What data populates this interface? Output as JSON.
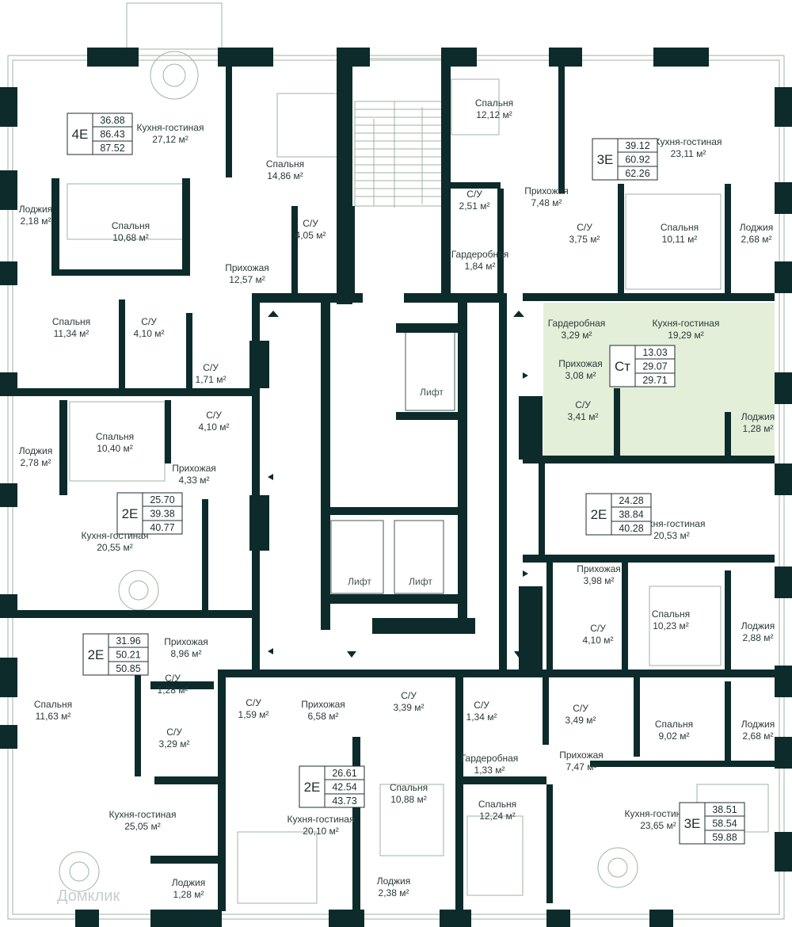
{
  "watermark": "Домклик",
  "apartments": [
    {
      "type": "4E",
      "values": [
        "36.88",
        "86.43",
        "87.52"
      ]
    },
    {
      "type": "3E",
      "values": [
        "39.12",
        "60.92",
        "62.26"
      ]
    },
    {
      "type": "Ст",
      "values": [
        "13.03",
        "29.07",
        "29.71"
      ]
    },
    {
      "type": "2E",
      "values": [
        "25.70",
        "39.38",
        "40.77"
      ]
    },
    {
      "type": "2E",
      "values": [
        "24.28",
        "38.84",
        "40.28"
      ]
    },
    {
      "type": "2E",
      "values": [
        "31.96",
        "50.21",
        "50.85"
      ]
    },
    {
      "type": "2E",
      "values": [
        "26.61",
        "42.54",
        "43.73"
      ]
    },
    {
      "type": "3E",
      "values": [
        "38.51",
        "58.54",
        "59.88"
      ]
    }
  ],
  "rooms": [
    {
      "name": "Кухня-гостиная",
      "area": "27,12 м²"
    },
    {
      "name": "Спальня",
      "area": "14,86 м²"
    },
    {
      "name": "Лоджия",
      "area": "2,18 м²"
    },
    {
      "name": "Спальня",
      "area": "10,68 м²"
    },
    {
      "name": "С/У",
      "area": "4,05 м²"
    },
    {
      "name": "Прихожая",
      "area": "12,57 м²"
    },
    {
      "name": "Спальня",
      "area": "11,34 м²"
    },
    {
      "name": "С/У",
      "area": "4,10 м²"
    },
    {
      "name": "С/У",
      "area": "1,71 м²"
    },
    {
      "name": "Спальня",
      "area": "12,12 м²"
    },
    {
      "name": "Кухня-гостиная",
      "area": "23,11 м²"
    },
    {
      "name": "С/У",
      "area": "2,51 м²"
    },
    {
      "name": "Прихожая",
      "area": "7,48 м²"
    },
    {
      "name": "С/У",
      "area": "3,75 м²"
    },
    {
      "name": "Спальня",
      "area": "10,11 м²"
    },
    {
      "name": "Лоджия",
      "area": "2,68 м²"
    },
    {
      "name": "Гардеробная",
      "area": "1,84 м²"
    },
    {
      "name": "Гардеробная",
      "area": "3,29 м²"
    },
    {
      "name": "Кухня-гостиная",
      "area": "19,29 м²"
    },
    {
      "name": "Прихожая",
      "area": "3,08 м²"
    },
    {
      "name": "С/У",
      "area": "3,41 м²"
    },
    {
      "name": "Лоджия",
      "area": "1,28 м²"
    },
    {
      "name": "Спальня",
      "area": "10,40 м²"
    },
    {
      "name": "Лоджия",
      "area": "2,78 м²"
    },
    {
      "name": "С/У",
      "area": "4,10 м²"
    },
    {
      "name": "Прихожая",
      "area": "4,33 м²"
    },
    {
      "name": "Кухня-гостиная",
      "area": "20,55 м²"
    },
    {
      "name": "Кухня-гостиная",
      "area": "20,53 м²"
    },
    {
      "name": "Прихожая",
      "area": "3,98 м²"
    },
    {
      "name": "Спальня",
      "area": "10,23 м²"
    },
    {
      "name": "С/У",
      "area": "4,10 м²"
    },
    {
      "name": "Лоджия",
      "area": "2,88 м²"
    },
    {
      "name": "Прихожая",
      "area": "8,96 м²"
    },
    {
      "name": "Спальня",
      "area": "11,63 м²"
    },
    {
      "name": "С/У",
      "area": "1,28 м²"
    },
    {
      "name": "С/У",
      "area": "3,29 м²"
    },
    {
      "name": "Кухня-гостиная",
      "area": "25,05 м²"
    },
    {
      "name": "Лоджия",
      "area": "1,28 м²"
    },
    {
      "name": "С/У",
      "area": "1,59 м²"
    },
    {
      "name": "Прихожая",
      "area": "6,58 м²"
    },
    {
      "name": "С/У",
      "area": "3,39 м²"
    },
    {
      "name": "Кухня-гостиная",
      "area": "20,10 м²"
    },
    {
      "name": "Спальня",
      "area": "10,88 м²"
    },
    {
      "name": "Лоджия",
      "area": "2,38 м²"
    },
    {
      "name": "С/У",
      "area": "1,34 м²"
    },
    {
      "name": "Гардеробная",
      "area": "1,33 м²"
    },
    {
      "name": "Спальня",
      "area": "12,24 м²"
    },
    {
      "name": "С/У",
      "area": "3,49 м²"
    },
    {
      "name": "Прихожая",
      "area": "7,47 м²"
    },
    {
      "name": "Спальня",
      "area": "9,02 м²"
    },
    {
      "name": "Лоджия",
      "area": "2,68 м²"
    },
    {
      "name": "Кухня-гостиная",
      "area": "23,65 м²"
    }
  ],
  "lifts": [
    "Лифт",
    "Лифт",
    "Лифт"
  ],
  "colors": {
    "wall": "#0c2b2a",
    "fixture": "#7f9a88",
    "highlight": "#e3efd9",
    "badge_border": "#1f2e2c"
  }
}
